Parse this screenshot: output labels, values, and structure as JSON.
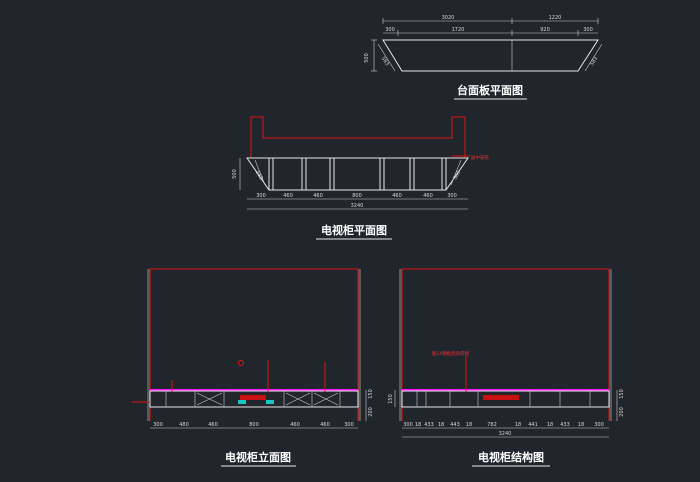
{
  "countertop_plan": {
    "title": "台面板平面图",
    "top_dims": [
      "3020",
      "1220"
    ],
    "sub_dims": [
      "300",
      "1720",
      "920",
      "300"
    ],
    "side_dims": [
      "500",
      "583",
      "583"
    ]
  },
  "tv_cabinet_plan": {
    "title": "电视柜平面图",
    "note": "居中安装",
    "depth_dim": "500",
    "side_dims": [
      "583",
      "583"
    ],
    "bottom_dims": [
      "300",
      "460",
      "460",
      "800",
      "460",
      "460",
      "300"
    ],
    "total_dim": "3240"
  },
  "tv_cabinet_elevation": {
    "title": "电视柜立面图",
    "bottom_dims": [
      "300",
      "480",
      "460",
      "800",
      "460",
      "460",
      "300"
    ],
    "right_dims": [
      "200",
      "150"
    ]
  },
  "tv_cabinet_structure": {
    "title": "电视柜结构图",
    "note": "图14钢板后背焊接",
    "bottom_dims": [
      "300",
      "18",
      "433",
      "18",
      "443",
      "18",
      "782",
      "18",
      "441",
      "18",
      "433",
      "18",
      "300"
    ],
    "total_dim": "3240",
    "left_dims": [
      "150"
    ],
    "right_dims": [
      "200",
      "150"
    ]
  }
}
